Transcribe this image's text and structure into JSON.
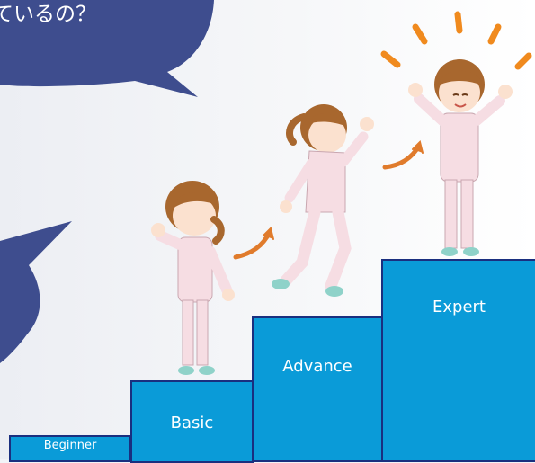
{
  "speech_bubble": {
    "text": "ているの？",
    "color": "#3e4d8e"
  },
  "steps": [
    {
      "label": "Beginner"
    },
    {
      "label": "Basic"
    },
    {
      "label": "Advance"
    },
    {
      "label": "Expert"
    }
  ],
  "colors": {
    "step_fill": "#0a9bd8",
    "step_border": "#1a2f7f",
    "arrow": "#e07b2c",
    "sparkle": "#f08a1e",
    "uniform": "#f6dde3",
    "hair": "#a8672e"
  },
  "illustration": {
    "figures": [
      "nurse-waving",
      "nurse-jumping",
      "nurse-cheering"
    ],
    "icons": [
      "progress-arrow-icon",
      "sparkle-burst-icon"
    ]
  }
}
